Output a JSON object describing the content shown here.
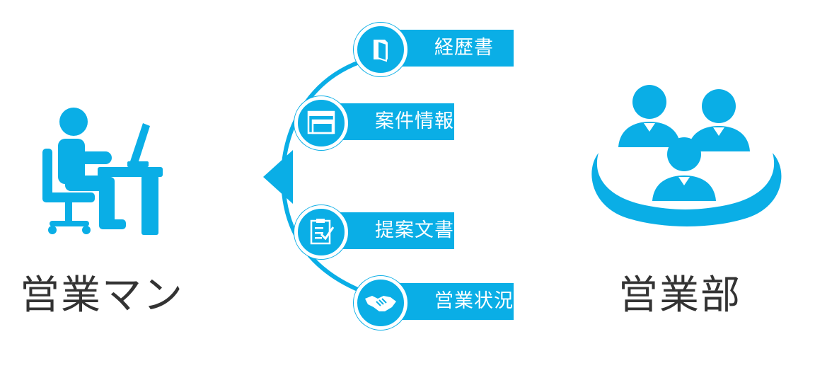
{
  "colors": {
    "accent": "#0aaee6",
    "text": "#333333"
  },
  "left": {
    "label": "営業マン",
    "icon": "person-at-desk-icon"
  },
  "right": {
    "label": "営業部",
    "icon": "team-group-icon"
  },
  "items": [
    {
      "label": "経歴書",
      "icon": "folder-icon"
    },
    {
      "label": "案件情報",
      "icon": "windows-icon"
    },
    {
      "label": "提案文書",
      "icon": "checklist-document-icon"
    },
    {
      "label": "営業状況",
      "icon": "handshake-icon"
    }
  ]
}
